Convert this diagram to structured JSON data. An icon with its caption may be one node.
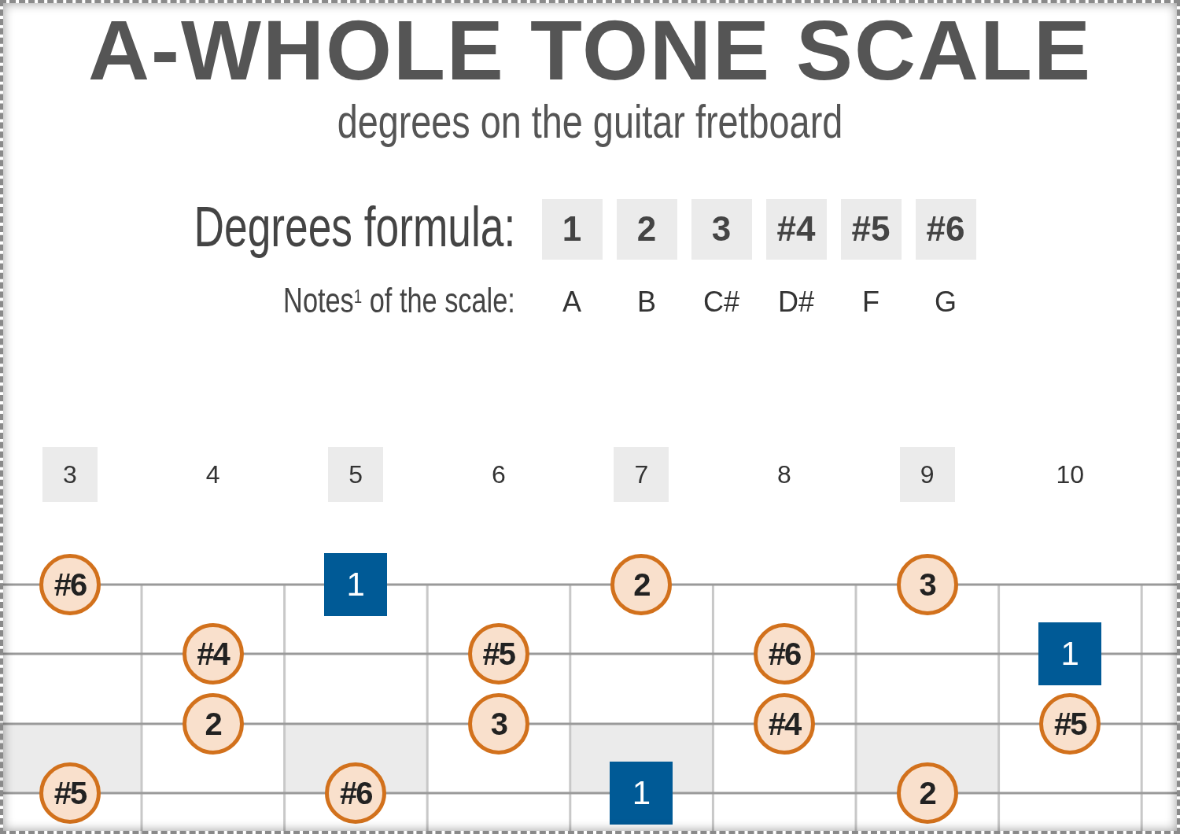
{
  "diagram": {
    "title": "A-WHOLE TONE SCALE",
    "nodes": [
      {
        "text": [
          "1"
        ]
      },
      {
        "text": [
          "2"
        ]
      },
      {
        "text": [
          "3"
        ]
      },
      {
        "text": [
          "#4"
        ]
      },
      {
        "text": [
          "#5"
        ]
      },
      {
        "text": [
          "#6"
        ]
      },
      {
        "text": [
          "3"
        ]
      },
      {
        "text": [
          "5"
        ]
      },
      {
        "text": [
          "7"
        ]
      },
      {
        "text": [
          "9"
        ]
      },
      {
        "text": [
          "#6"
        ]
      },
      {
        "text": [
          "1"
        ]
      },
      {
        "text": [
          "2"
        ]
      },
      {
        "text": [
          "3"
        ]
      },
      {
        "text": [
          "#4"
        ]
      },
      {
        "text": [
          "#5"
        ]
      },
      {
        "text": [
          "#6"
        ]
      },
      {
        "text": [
          "1"
        ]
      },
      {
        "text": [
          "2"
        ]
      },
      {
        "text": [
          "3"
        ]
      },
      {
        "text": [
          "#4"
        ]
      },
      {
        "text": [
          "#5"
        ]
      },
      {
        "text": [
          "#5"
        ]
      },
      {
        "text": [
          "#6"
        ]
      },
      {
        "text": [
          "1"
        ]
      },
      {
        "text": [
          "2"
        ]
      }
    ],
    "labels": [
      "degrees on the guitar fretboard",
      "Degrees formula:",
      "Notes$^{1}$ of the scale:",
      "A",
      "B",
      "C#",
      "D#",
      "F",
      "G",
      "4",
      "6",
      "8",
      "10"
    ]
  }
}
